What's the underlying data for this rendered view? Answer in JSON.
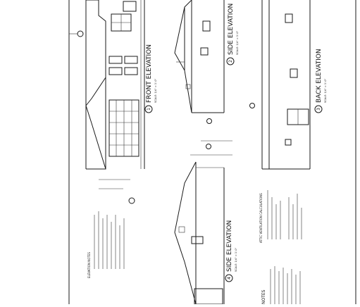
{
  "sheet": {
    "views": [
      {
        "id": "front",
        "number": "1",
        "title": "FRONT ELEVATION",
        "scale": "SCALE: 1/4\" = 1'-0\""
      },
      {
        "id": "side-top",
        "number": "2",
        "title": "SIDE ELEVATION",
        "scale": "SCALE: 1/4\" = 1'-0\""
      },
      {
        "id": "back",
        "number": "3",
        "title": "BACK ELEVATION",
        "scale": "SCALE: 1/4\" = 1'-0\""
      },
      {
        "id": "side-bottom",
        "number": "4",
        "title": "SIDE ELEVATION",
        "scale": "SCALE: 1/4\" = 1'-0\""
      }
    ],
    "notes": {
      "elevation_notes_title": "ELEVATION NOTES",
      "ventilation_title": "ATTIC VENTILATION CALCULATIONS",
      "general_notes_title": "NOTES"
    }
  }
}
